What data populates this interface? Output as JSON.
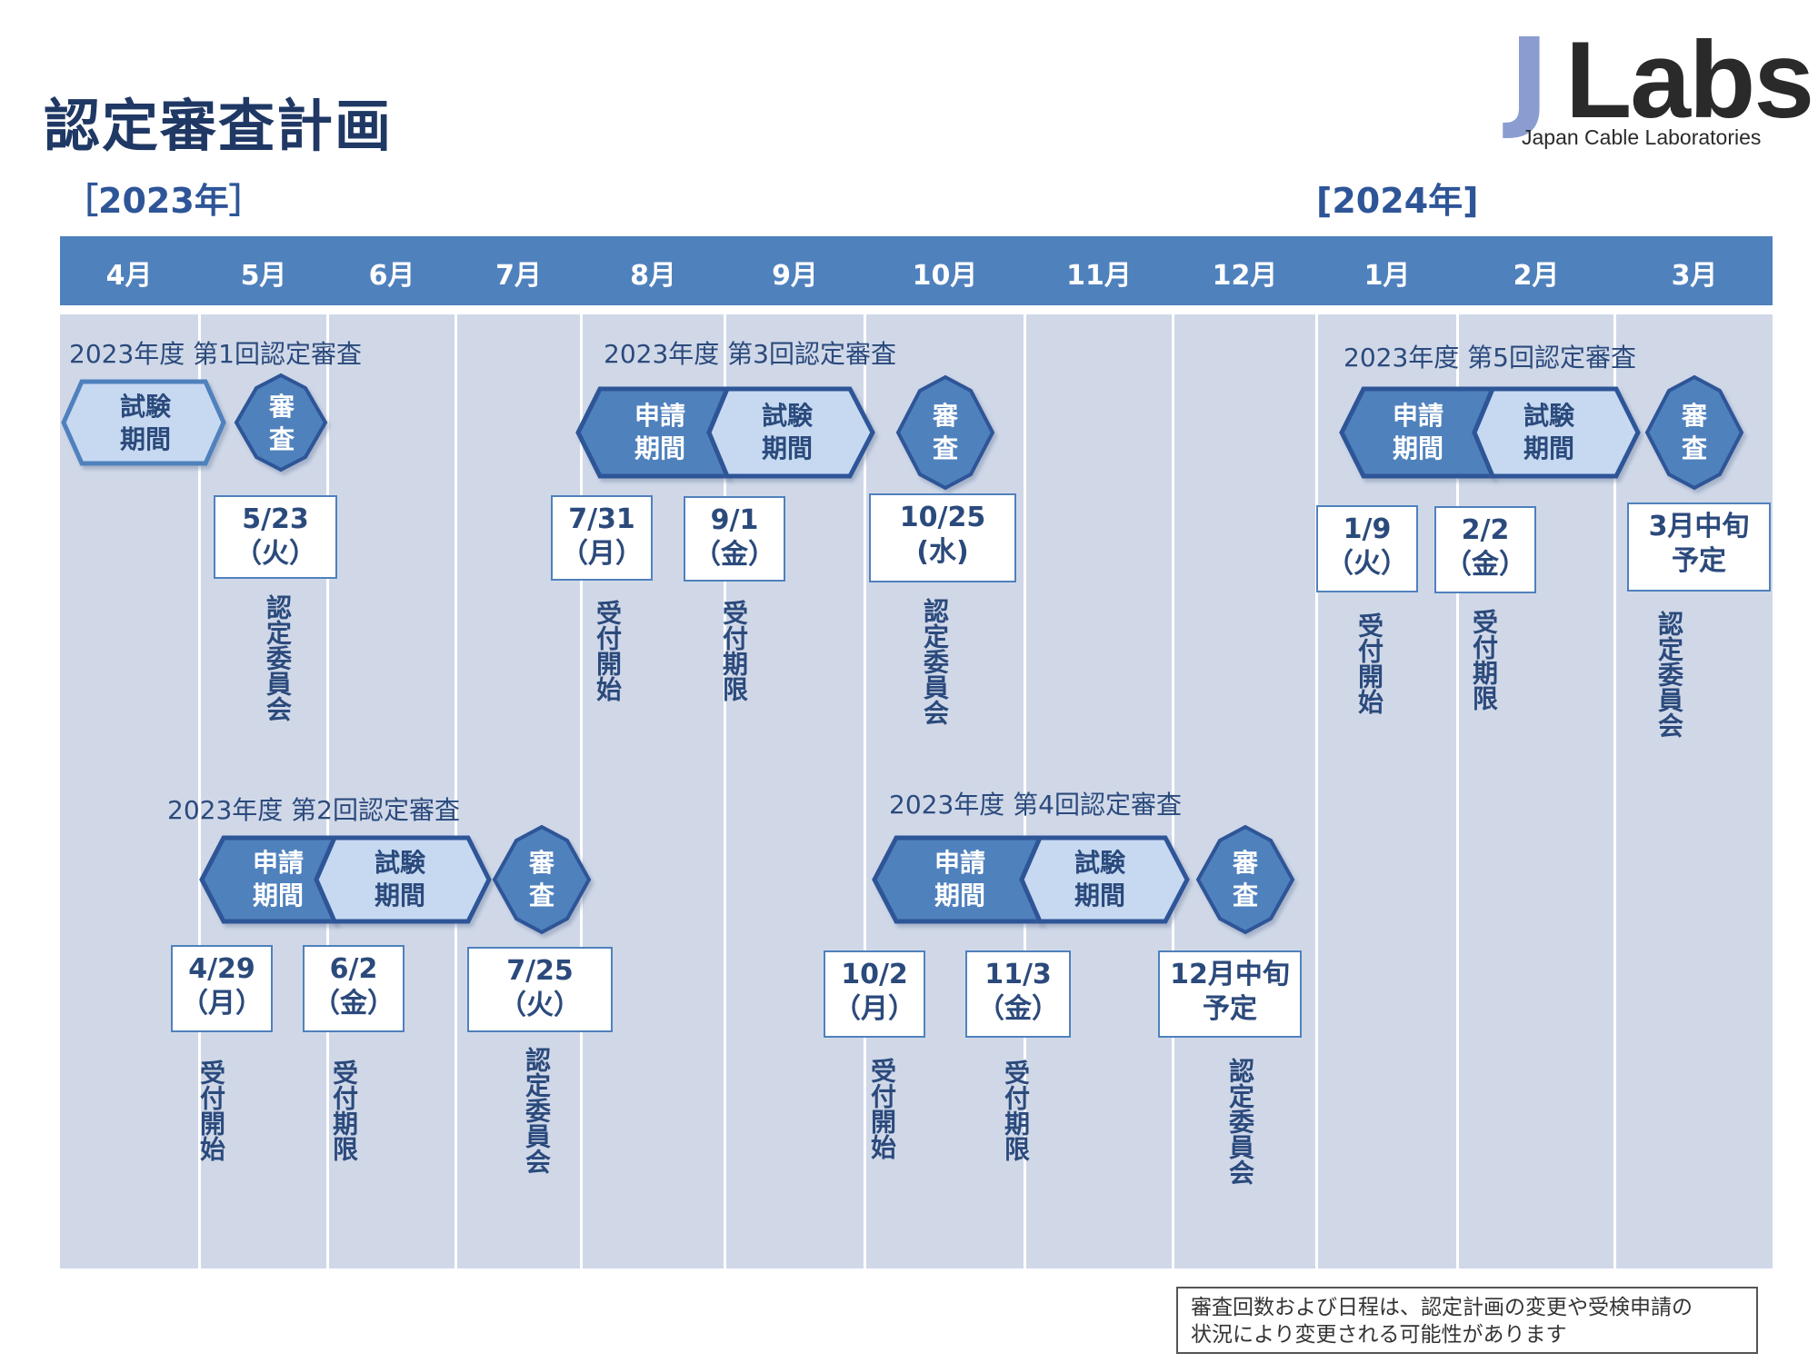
{
  "title": "認定審査計画",
  "logo": {
    "j": "J",
    "labs": "Labs",
    "subtitle": "Japan Cable Laboratories"
  },
  "years": {
    "y2023": "［2023年］",
    "y2024": "[2024年]"
  },
  "months": [
    "4月",
    "5月",
    "6月",
    "7月",
    "8月",
    "9月",
    "10月",
    "11月",
    "12月",
    "1月",
    "2月",
    "3月"
  ],
  "labels": {
    "shinsei": [
      "申請",
      "期間"
    ],
    "shiken": [
      "試験",
      "期間"
    ],
    "shinsa": [
      "審",
      "査"
    ]
  },
  "rounds": [
    {
      "title": "2023年度 第1回認定審査",
      "boxes": [
        {
          "date": "5/23",
          "day": "（火）",
          "label": "認定委員会"
        }
      ]
    },
    {
      "title": "2023年度 第2回認定審査",
      "boxes": [
        {
          "date": "4/29",
          "day": "（月）",
          "label": "受付開始"
        },
        {
          "date": "6/2",
          "day": "（金）",
          "label": "受付期限"
        },
        {
          "date": "7/25",
          "day": "（火）",
          "label": "認定委員会"
        }
      ]
    },
    {
      "title": "2023年度 第3回認定審査",
      "boxes": [
        {
          "date": "7/31",
          "day": "（月）",
          "label": "受付開始"
        },
        {
          "date": "9/1",
          "day": "（金）",
          "label": "受付期限"
        },
        {
          "date": "10/25",
          "day": "(水)",
          "label": "認定委員会"
        }
      ]
    },
    {
      "title": "2023年度 第4回認定審査",
      "boxes": [
        {
          "date": "10/2",
          "day": "（月）",
          "label": "受付開始"
        },
        {
          "date": "11/3",
          "day": "（金）",
          "label": "受付期限"
        },
        {
          "date": "12月中旬",
          "day": "予定",
          "label": "認定委員会"
        }
      ]
    },
    {
      "title": "2023年度 第5回認定審査",
      "boxes": [
        {
          "date": "1/9",
          "day": "（火）",
          "label": "受付開始"
        },
        {
          "date": "2/2",
          "day": "（金）",
          "label": "受付期限"
        },
        {
          "date": "3月中旬",
          "day": "予定",
          "label": "認定委員会"
        }
      ]
    }
  ],
  "note": {
    "line1": "審査回数および日程は、認定計画の変更や受検申請の",
    "line2": "状況により変更される可能性があります"
  },
  "colors": {
    "dark_blue": "#4f81bd",
    "light_blue": "#c6d9f1",
    "column_bg": "#d0d8e8",
    "title": "#1f3864"
  }
}
